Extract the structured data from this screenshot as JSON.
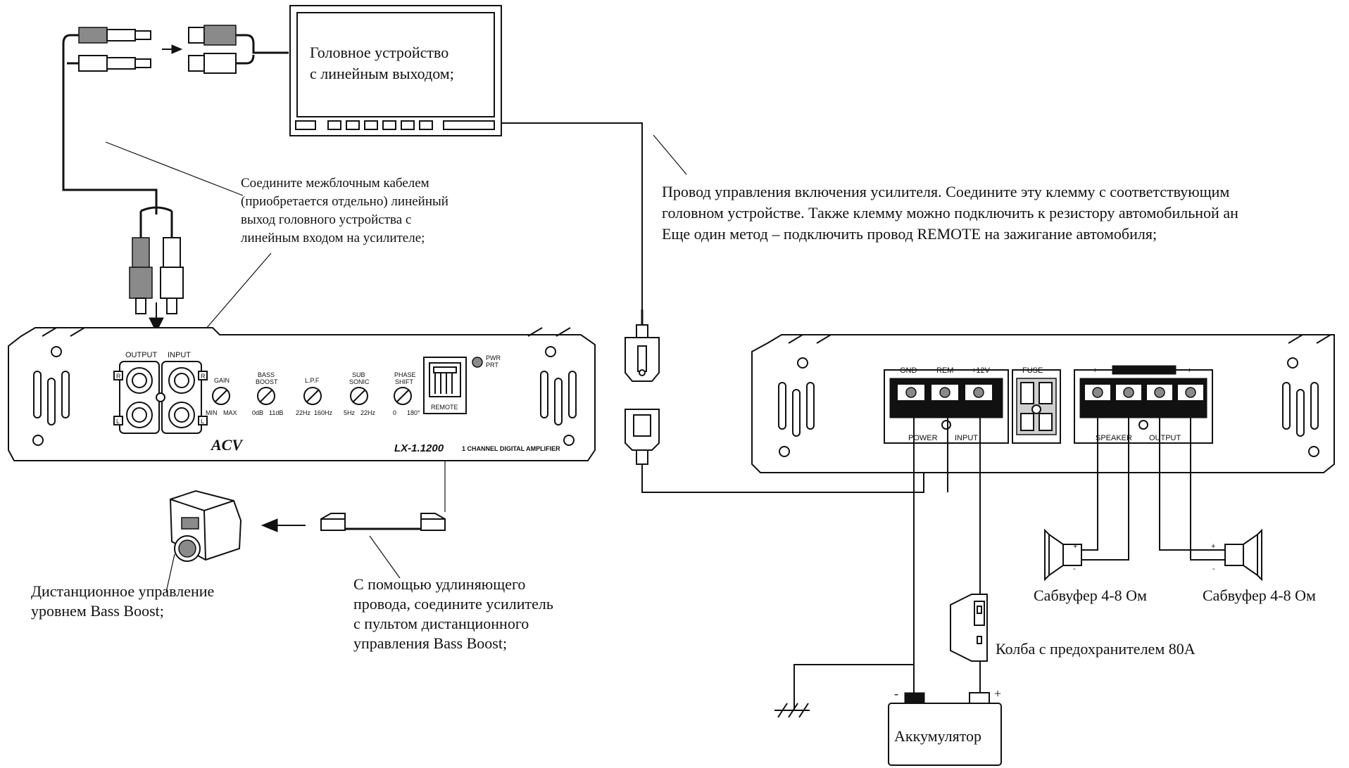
{
  "head_unit": {
    "label_line1": "Головное устройство",
    "label_line2": "с линейным выходом;"
  },
  "interconnect_note": [
    "Соедините межблочным кабелем",
    "(приобретается отдельно) линейный",
    "выход головного устройства с",
    "линейным входом на усилителе;"
  ],
  "remote_wire_note": [
    "Провод управления включения усилителя. Соедините эту клемму с соответствующим",
    "головном устройстве. Также клемму можно подключить к резистору автомобильной ан",
    "Еще один метод – подключить провод REMOTE на зажигание автомобиля;"
  ],
  "amp_front": {
    "output_label": "OUTPUT",
    "input_label": "INPUT",
    "r_label": "R",
    "l_label": "L",
    "gain_label": "GAIN",
    "gain_min": "MIN",
    "gain_max": "MAX",
    "bass_label_1": "BASS",
    "bass_label_2": "BOOST",
    "bass_min": "0dB",
    "bass_max": "11dB",
    "lpf_label": "L.P.F",
    "lpf_min": "22Hz",
    "lpf_max": "160Hz",
    "sub_label_1": "SUB",
    "sub_label_2": "SONIC",
    "sub_min": "5Hz",
    "sub_max": "22Hz",
    "phase_label_1": "PHASE",
    "phase_label_2": "SHIFT",
    "phase_min": "0",
    "phase_max": "180°",
    "remote_label": "REMOTE",
    "pwr_label": "PWR",
    "prt_label": "PRT",
    "brand": "ACV",
    "model": "LX-1.1200",
    "model_desc": "1 CHANNEL DIGITAL AMPLIFIER"
  },
  "amp_rear": {
    "gnd": "GND",
    "rem": "REM",
    "v12": "+12V",
    "fuse": "FUSE",
    "power": "POWER",
    "input": "INPUT",
    "speaker": "SPEAKER",
    "output": "OUTPUT",
    "plus": "+",
    "minus": "-"
  },
  "remote_control_label": [
    "Дистанционное управление",
    "уровнем Bass Boost;"
  ],
  "extension_note": [
    "С помощью удлиняющего",
    "провода, соедините усилитель",
    "с пультом дистанционного",
    "управления Bass Boost;"
  ],
  "subwoofer_left": "Сабвуфер 4-8 Ом",
  "subwoofer_right": "Сабвуфер 4-8 Ом",
  "fuse_holder_label": "Колба с предохранителем 80А",
  "battery_label": "Аккумулятор",
  "battery_minus": "-",
  "battery_plus": "+"
}
